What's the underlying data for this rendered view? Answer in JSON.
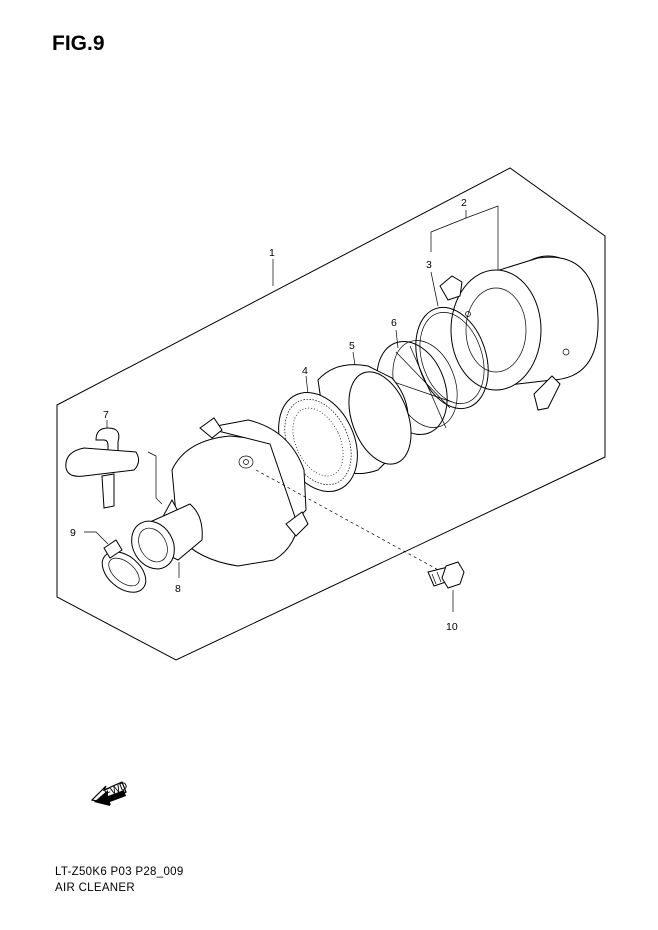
{
  "figure": {
    "title": "FIG.9"
  },
  "callouts": [
    {
      "id": "1",
      "label": "1"
    },
    {
      "id": "2",
      "label": "2"
    },
    {
      "id": "3",
      "label": "3"
    },
    {
      "id": "4",
      "label": "4"
    },
    {
      "id": "5",
      "label": "5"
    },
    {
      "id": "6",
      "label": "6"
    },
    {
      "id": "7",
      "label": "7"
    },
    {
      "id": "8",
      "label": "8"
    },
    {
      "id": "9",
      "label": "9"
    },
    {
      "id": "10",
      "label": "10"
    }
  ],
  "direction_mark": {
    "label": "FWD"
  },
  "footer": {
    "code": "LT-Z50K6  P03  P28_009",
    "name": "AIR CLEANER"
  }
}
